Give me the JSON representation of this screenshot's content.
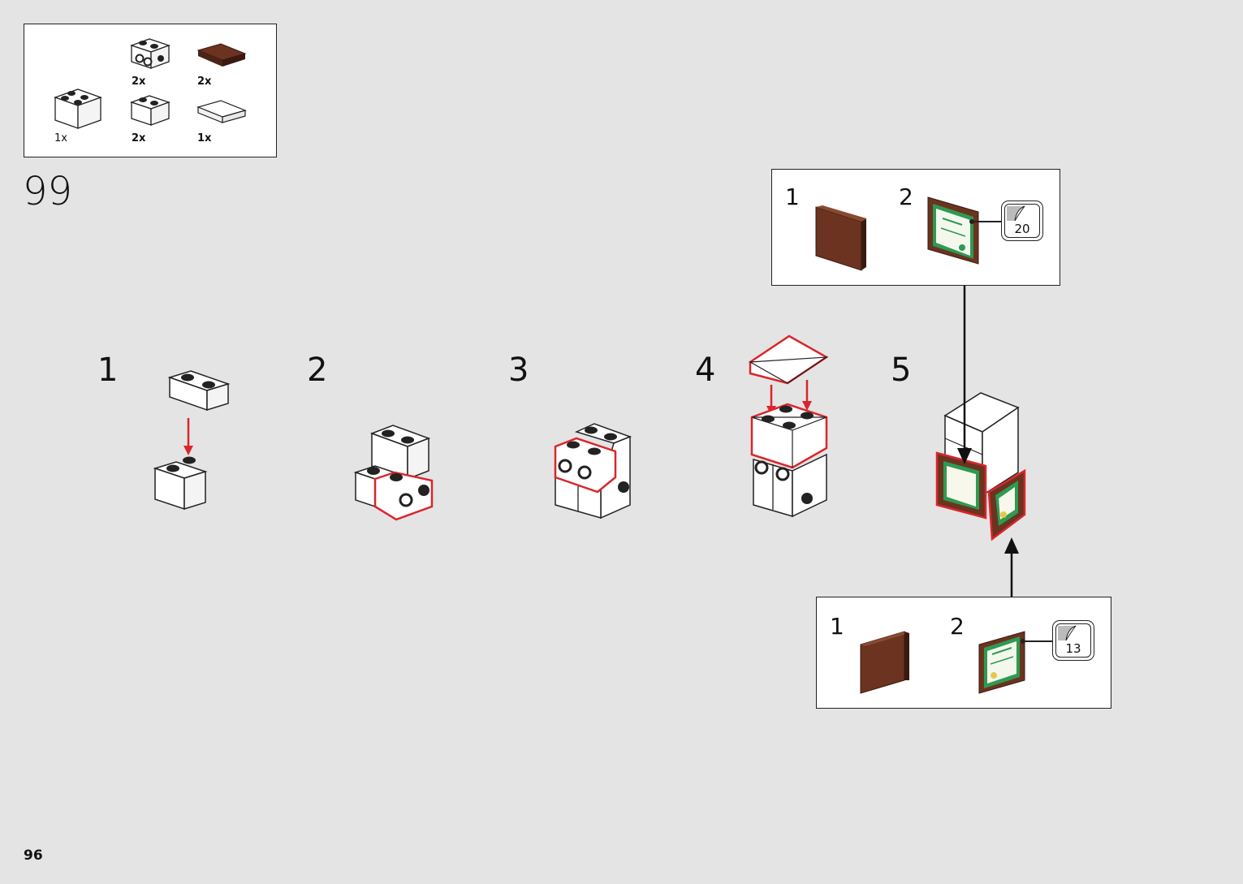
{
  "parts_list": {
    "items": [
      {
        "icon": "white-brick-1x2-side-studs-icon",
        "qty": "2x"
      },
      {
        "icon": "brown-tile-2x2-icon",
        "qty": "2x"
      },
      {
        "icon": "white-brick-2x2-icon",
        "qty": "1x"
      },
      {
        "icon": "white-brick-1x2-icon",
        "qty": "2x"
      },
      {
        "icon": "white-tile-2x2-icon",
        "qty": "1x"
      }
    ]
  },
  "step_number": "99",
  "sub_steps": [
    "1",
    "2",
    "3",
    "4",
    "5"
  ],
  "callout_top": {
    "steps": [
      "1",
      "2"
    ],
    "sticker_number": "20"
  },
  "callout_bottom": {
    "steps": [
      "1",
      "2"
    ],
    "sticker_number": "13"
  },
  "page_number": "96",
  "colors": {
    "background": "#e4e4e4",
    "highlight": "#d9262c",
    "brown": "#6b3320",
    "certificate_green": "#2e9a52"
  }
}
